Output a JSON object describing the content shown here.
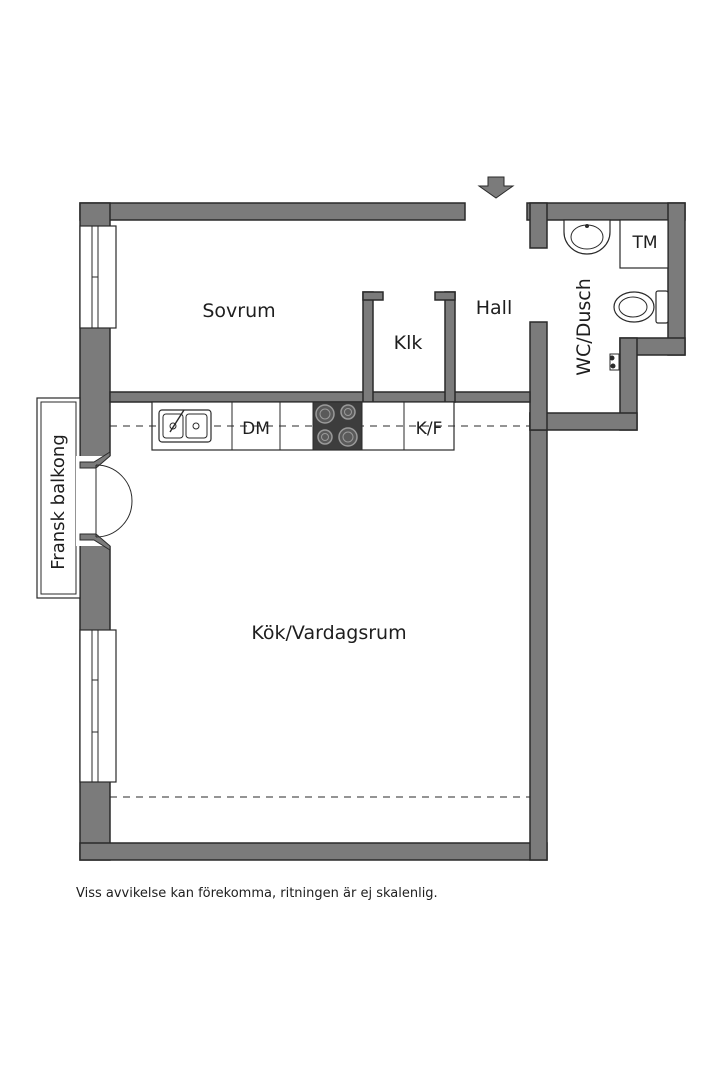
{
  "rooms": {
    "bedroom": "Sovrum",
    "closet": "Klk",
    "hall": "Hall",
    "bathroom": "WC/Dusch",
    "laundry": "TM",
    "balcony": "Fransk balkong",
    "kitchen_living": "Kök/Vardagsrum"
  },
  "appliances": {
    "dishwasher": "DM",
    "fridge_freezer": "K/F"
  },
  "icons": {
    "entrance": "entrance-arrow-icon",
    "sink": "kitchen-sink-icon",
    "stove": "stove-icon",
    "washbasin": "washbasin-icon",
    "toilet": "toilet-icon",
    "tap": "shower-tap-icon"
  },
  "colors": {
    "wall": "#7b7b7b",
    "outline": "#2a2a2a",
    "stove": "#3d3d3d"
  },
  "disclaimer": "Viss avvikelse kan förekomma, ritningen är ej skalenlig."
}
